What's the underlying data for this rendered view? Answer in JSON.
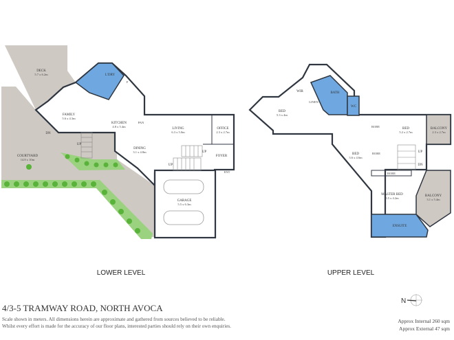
{
  "lower_level": {
    "label": "LOWER LEVEL",
    "rooms": [
      {
        "name": "DECK",
        "dim": "5.7 x 6.2m"
      },
      {
        "name": "L'DRY",
        "dim": ""
      },
      {
        "name": "FAMILY",
        "dim": "5.6 x 4.3m"
      },
      {
        "name": "KITCHEN",
        "dim": "4.8 x 5.4m"
      },
      {
        "name": "LIVING",
        "dim": "6.3 x 5.0m"
      },
      {
        "name": "OFFICE",
        "dim": "2.3 x 2.7m"
      },
      {
        "name": "DINING",
        "dim": "3.1 x 4.8m"
      },
      {
        "name": "COURTYARD",
        "dim": "14.8 x 10m"
      },
      {
        "name": "GARAGE",
        "dim": "5.5 x 6.3m"
      },
      {
        "name": "FOYER",
        "dim": ""
      }
    ],
    "marks": {
      "dn": "DN",
      "up1": "UP",
      "up2": "UP",
      "up3": "UP",
      "entry": "ENT",
      "pantry": "PAN",
      "fridge": "F"
    }
  },
  "upper_level": {
    "label": "UPPER LEVEL",
    "rooms": [
      {
        "name": "BED",
        "dim": "5.3 x 4m"
      },
      {
        "name": "WIR",
        "dim": ""
      },
      {
        "name": "LINEN",
        "dim": ""
      },
      {
        "name": "BATH",
        "dim": ""
      },
      {
        "name": "WC",
        "dim": ""
      },
      {
        "name": "BED",
        "dim": "5.2 x 2.7m"
      },
      {
        "name": "BALCONY",
        "dim": "2.3 x 2.7m"
      },
      {
        "name": "BED",
        "dim": "3.6 x 4.6m"
      },
      {
        "name": "MASTER BED",
        "dim": "5.5 x 4.2m"
      },
      {
        "name": "BALCONY",
        "dim": "3.1 x 5.4m"
      },
      {
        "name": "ENSUITE",
        "dim": ""
      }
    ],
    "robes": [
      "ROBE",
      "ROBE",
      "ROBE"
    ],
    "marks": {
      "up": "UP",
      "dn": "DN"
    }
  },
  "footer": {
    "address": "4/3-5 TRAMWAY ROAD, NORTH AVOCA",
    "disclaimer_1": "Scale shown in meters. All dimensions herein are approximate and gathered from sources believed to be reliable.",
    "disclaimer_2": "Whilst every effort is made for the accuracy of our floor plans, interested parties should rely on their own enquiries.",
    "compass_label": "N",
    "internal_area": "Approx Internal 260 sqm",
    "external_area": "Approx External 47 sqm"
  },
  "colors": {
    "wet_area": "#6fa8e0",
    "exterior": "#cfc9c3",
    "garden": "#59b33a",
    "wall": "#2f3640"
  }
}
